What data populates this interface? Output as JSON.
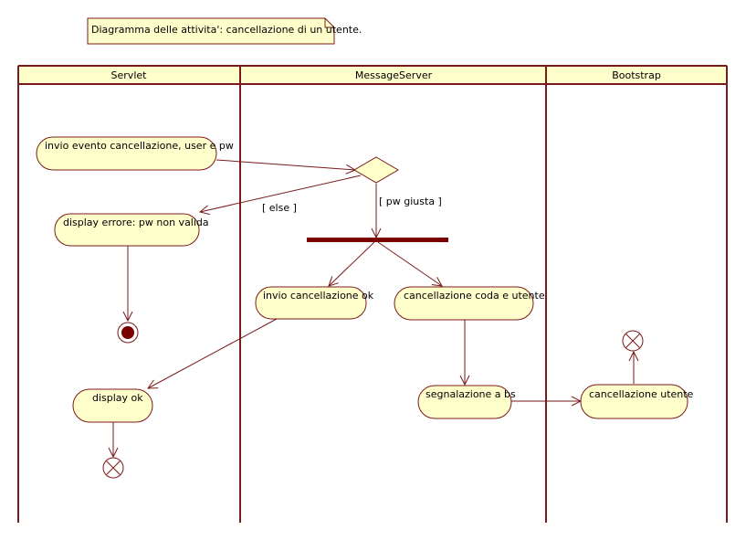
{
  "note": "Diagramma delle attivita': cancellazione di un utente.",
  "lanes": [
    "Servlet",
    "MessageServer",
    "Bootstrap"
  ],
  "activities": {
    "invio_evento": "invio evento cancellazione, user e pw",
    "display_errore": "display errore: pw non valida",
    "invio_cancellazione_ok": "invio cancellazione ok",
    "cancellazione_coda": "cancellazione coda e utente",
    "segnalazione": "segnalazione a bs",
    "display_ok": "display ok",
    "cancellazione_utente": "cancellazione utente"
  },
  "guards": {
    "else": "[ else ]",
    "pw_giusta": "[ pw giusta ]"
  },
  "colors": {
    "line": "#7a1a1a",
    "fill": "#ffffcc",
    "header_fill": "#ffffcc",
    "final_dot": "#7a0000"
  }
}
